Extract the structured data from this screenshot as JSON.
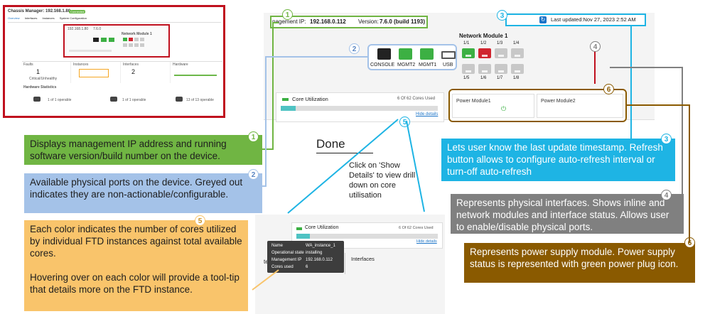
{
  "colors": {
    "green": "#70b543",
    "blue_light": "#a4c2e8",
    "blue_cyan": "#1eb4e4",
    "gray": "#808080",
    "brown": "#8a5a00",
    "orange_light": "#f9c46b",
    "red": "#c0101e",
    "port_green": "#3cb043",
    "port_red": "#d0252f",
    "port_gray": "#c8c8c8"
  },
  "thumbnail": {
    "title": "Chassis Manager: 192.168.1.80",
    "status_pill": "Connected",
    "tabs": [
      "Overview",
      "Interfaces",
      "Instances",
      "System Configuration"
    ],
    "banner_ip": "192.168.1.80",
    "banner_version": "7.6.0",
    "module_title": "Network Module 1",
    "panels": [
      {
        "title": "Faults",
        "value": "1",
        "sub": "Critical/Unhealthy"
      },
      {
        "title": "Instances",
        "value": "",
        "sub": ""
      },
      {
        "title": "Interfaces",
        "value": "2",
        "sub": ""
      },
      {
        "title": "Hardware",
        "value": "",
        "sub": ""
      }
    ],
    "stats_header": "Hardware Statistics",
    "stats": [
      "1 of 1 operable",
      "1 of 1 operable",
      "13 of 13 operable"
    ]
  },
  "main_panel": {
    "mgmt_ip_label": "nagement IP:",
    "mgmt_ip_value": "192.168.0.112",
    "version_label": "Version:",
    "version_value": "7.6.0 (build 1193)",
    "last_updated": "Last updated:Nov 27, 2023 2:52 AM",
    "network_module_title": "Network Module 1",
    "ports_top": [
      "1/1",
      "1/2",
      "1/3",
      "1/4"
    ],
    "ports_bottom": [
      "1/5",
      "1/6",
      "1/7",
      "1/8"
    ],
    "physical_ports": [
      "CONSOLE",
      "MGMT2",
      "MGMT1",
      "USB"
    ],
    "core_utilization_label": "Core Utilization",
    "cores_used": "6 Of 62 Cores Used",
    "cores_used_fraction": 0.097,
    "hide_details": "Hide details",
    "power_module_1": "Power Module1",
    "power_module_2": "Power Module2"
  },
  "done_text": "Done",
  "show_details_note": "Click on 'Show Details' to view drill down on core utilisation",
  "zoom_panel": {
    "core_utilization_label": "Core Utilization",
    "cores_used": "6 Of 62 Cores Used",
    "hide_details": "Hide details",
    "interfaces_label": "Interfaces",
    "partial_text": "tegor",
    "tooltip": [
      {
        "label": "Name",
        "value": "WA_instance_1"
      },
      {
        "label": "Operational state",
        "value": "installing"
      },
      {
        "label": "Management IP",
        "value": "192.168.0.112"
      },
      {
        "label": "Cores used",
        "value": "6"
      }
    ]
  },
  "callouts": [
    {
      "number": "1",
      "text": "Displays management IP address and running software version/build number on the device."
    },
    {
      "number": "2",
      "text": "Available physical ports on the device. Greyed out indicates they are non-actionable/configurable."
    },
    {
      "number": "5",
      "text": "Each color indicates the number of cores utilized by individual FTD instances against total available cores.\n\nHovering over on each color will provide a tool-tip that details more on the FTD instance."
    },
    {
      "number": "3",
      "text": "Lets user know the last update timestamp. Refresh button allows to configure auto-refresh interval or turn-off auto-refresh"
    },
    {
      "number": "4",
      "text": "Represents physical interfaces.  Shows inline and network modules and interface status. Allows user to enable/disable physical ports."
    },
    {
      "number": "6",
      "text": "Represents power supply module. Power supply status is represented with green power plug icon."
    }
  ]
}
